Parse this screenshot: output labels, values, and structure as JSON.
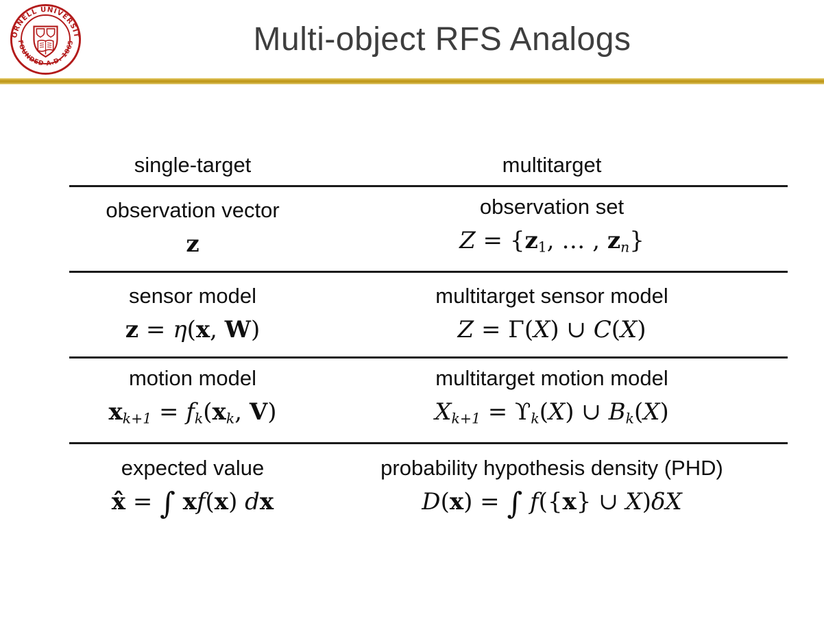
{
  "slide": {
    "title": "Multi-object RFS Analogs",
    "title_color": "#3e3e3e",
    "accent_gold": "#c9a227",
    "cornell_red": "#b31b1b",
    "logo": {
      "name": "cornell-university-seal",
      "top_text": "CORNELL UNIVERSITY",
      "bottom_text": "FOUNDED A.D. 1865"
    }
  },
  "table": {
    "headers": [
      "single-target",
      "multitarget"
    ],
    "rows": [
      {
        "left_label": "observation vector",
        "left_formula": [
          {
            "t": "z",
            "s": "b"
          }
        ],
        "right_label": "observation set",
        "right_formula": [
          {
            "t": "Z",
            "s": "i"
          },
          {
            "t": " = ",
            "s": "n"
          },
          {
            "t": "{",
            "s": "n"
          },
          {
            "t": "z",
            "s": "b"
          },
          {
            "t": "1",
            "s": "sub"
          },
          {
            "t": ", … , ",
            "s": "n"
          },
          {
            "t": "z",
            "s": "b"
          },
          {
            "t": "n",
            "s": "isub"
          },
          {
            "t": "}",
            "s": "n"
          }
        ]
      },
      {
        "left_label": "sensor model",
        "left_formula": [
          {
            "t": "z",
            "s": "b"
          },
          {
            "t": " = ",
            "s": "n"
          },
          {
            "t": "η",
            "s": "i"
          },
          {
            "t": "(",
            "s": "n"
          },
          {
            "t": "x",
            "s": "b"
          },
          {
            "t": ", ",
            "s": "n"
          },
          {
            "t": "W",
            "s": "b"
          },
          {
            "t": ")",
            "s": "n"
          }
        ],
        "right_label": "multitarget sensor model",
        "right_formula": [
          {
            "t": "Z",
            "s": "i"
          },
          {
            "t": " = Γ(",
            "s": "n"
          },
          {
            "t": "X",
            "s": "i"
          },
          {
            "t": ") ∪ ",
            "s": "n"
          },
          {
            "t": "C",
            "s": "i"
          },
          {
            "t": "(",
            "s": "n"
          },
          {
            "t": "X",
            "s": "i"
          },
          {
            "t": ")",
            "s": "n"
          }
        ]
      },
      {
        "left_label": "motion model",
        "left_formula": [
          {
            "t": "x",
            "s": "b"
          },
          {
            "t": "k+1",
            "s": "isub"
          },
          {
            "t": " = ",
            "s": "n"
          },
          {
            "t": "f",
            "s": "i"
          },
          {
            "t": "k",
            "s": "isub"
          },
          {
            "t": "(",
            "s": "n"
          },
          {
            "t": "x",
            "s": "b"
          },
          {
            "t": "k",
            "s": "isub"
          },
          {
            "t": ", ",
            "s": "n"
          },
          {
            "t": "V",
            "s": "b"
          },
          {
            "t": ")",
            "s": "n"
          }
        ],
        "right_label": "multitarget motion model",
        "right_formula": [
          {
            "t": "X",
            "s": "i"
          },
          {
            "t": "k+1",
            "s": "isub"
          },
          {
            "t": " = ",
            "s": "n"
          },
          {
            "t": "ϒ",
            "s": "n"
          },
          {
            "t": "k",
            "s": "isub"
          },
          {
            "t": "(",
            "s": "n"
          },
          {
            "t": "X",
            "s": "i"
          },
          {
            "t": ") ∪ ",
            "s": "n"
          },
          {
            "t": "B",
            "s": "i"
          },
          {
            "t": "k",
            "s": "isub"
          },
          {
            "t": "(",
            "s": "n"
          },
          {
            "t": "X",
            "s": "i"
          },
          {
            "t": ")",
            "s": "n"
          }
        ]
      },
      {
        "left_label": "expected value",
        "left_formula": [
          {
            "t": "x̂",
            "s": "b"
          },
          {
            "t": " = ",
            "s": "n"
          },
          {
            "t": "∫",
            "s": "int"
          },
          {
            "t": " ",
            "s": "n"
          },
          {
            "t": "x",
            "s": "b"
          },
          {
            "t": "f",
            "s": "i"
          },
          {
            "t": "(",
            "s": "n"
          },
          {
            "t": "x",
            "s": "b"
          },
          {
            "t": ") ",
            "s": "n"
          },
          {
            "t": "d",
            "s": "i"
          },
          {
            "t": "x",
            "s": "b"
          }
        ],
        "right_label": "probability hypothesis density (PHD)",
        "right_formula": [
          {
            "t": "D",
            "s": "i"
          },
          {
            "t": "(",
            "s": "n"
          },
          {
            "t": "x",
            "s": "b"
          },
          {
            "t": ") = ",
            "s": "n"
          },
          {
            "t": "∫",
            "s": "int"
          },
          {
            "t": " ",
            "s": "n"
          },
          {
            "t": "f",
            "s": "i"
          },
          {
            "t": "({",
            "s": "n"
          },
          {
            "t": "x",
            "s": "b"
          },
          {
            "t": "} ∪ ",
            "s": "n"
          },
          {
            "t": "X",
            "s": "i"
          },
          {
            "t": ")",
            "s": "n"
          },
          {
            "t": "δ",
            "s": "i"
          },
          {
            "t": "X",
            "s": "i"
          }
        ]
      }
    ]
  }
}
